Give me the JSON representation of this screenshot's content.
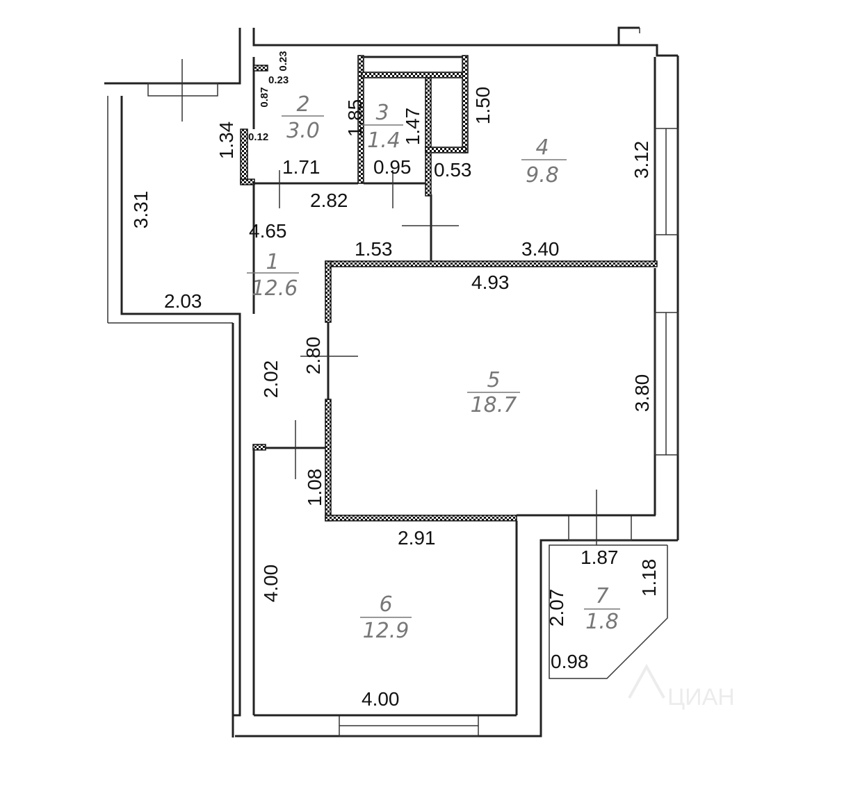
{
  "rooms": [
    {
      "id": "room-1",
      "number": "1",
      "area": "12.6"
    },
    {
      "id": "room-2",
      "number": "2",
      "area": "3.0"
    },
    {
      "id": "room-3",
      "number": "3",
      "area": "1.4"
    },
    {
      "id": "room-4",
      "number": "4",
      "area": "9.8"
    },
    {
      "id": "room-5",
      "number": "5",
      "area": "18.7"
    },
    {
      "id": "room-6",
      "number": "6",
      "area": "12.9"
    },
    {
      "id": "room-7",
      "number": "7",
      "area": "1.8"
    }
  ],
  "dimensions": {
    "d_3_31": "3.31",
    "d_1_34": "1.34",
    "d_0_87": "0.87",
    "d_0_23a": "0.23",
    "d_0_23b": "0.23",
    "d_0_12": "0.12",
    "d_1_85": "1.85",
    "d_1_71": "1.71",
    "d_1_47": "1.47",
    "d_0_95": "0.95",
    "d_1_50": "1.50",
    "d_0_53": "0.53",
    "d_2_82": "2.82",
    "d_3_12": "3.12",
    "d_4_65": "4.65",
    "d_1_53": "1.53",
    "d_3_40": "3.40",
    "d_4_93": "4.93",
    "d_2_03": "2.03",
    "d_2_80": "2.80",
    "d_2_02": "2.02",
    "d_3_80": "3.80",
    "d_1_08": "1.08",
    "d_2_91": "2.91",
    "d_1_87": "1.87",
    "d_1_18": "1.18",
    "d_4_00a": "4.00",
    "d_2_07": "2.07",
    "d_0_98": "0.98",
    "d_4_00b": "4.00"
  },
  "watermark": "ЦИАН"
}
